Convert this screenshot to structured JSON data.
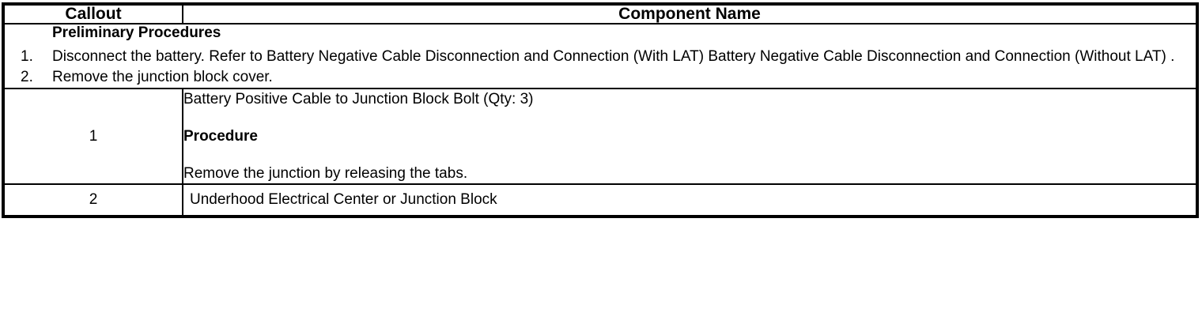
{
  "table": {
    "headers": {
      "callout": "Callout",
      "component": "Component Name"
    },
    "preliminary": {
      "title": "Preliminary Procedures",
      "steps": [
        "Disconnect the battery. Refer to Battery Negative Cable Disconnection and Connection (With LAT) Battery Negative Cable Disconnection and Connection (Without LAT) .",
        "Remove the junction block cover."
      ]
    },
    "rows": [
      {
        "callout": "1",
        "name": "Battery Positive Cable to Junction Block Bolt (Qty: 3)",
        "procedure_label": "Procedure",
        "procedure_text": "Remove the junction by releasing the tabs."
      },
      {
        "callout": "2",
        "name": "Underhood Electrical Center or Junction Block"
      }
    ]
  },
  "colors": {
    "background": "#ffffff",
    "text": "#000000",
    "border": "#000000"
  }
}
